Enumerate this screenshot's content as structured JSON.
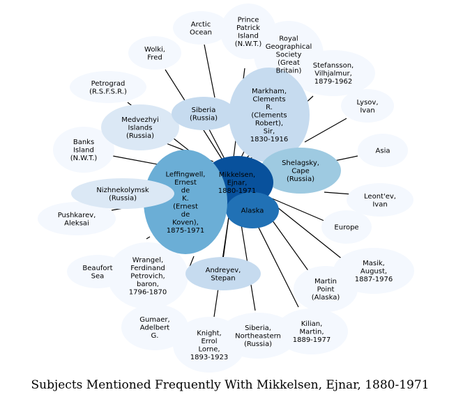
{
  "title": "Subjects Mentioned Frequently With Mikkelsen, Ejnar, 1880-1971",
  "colors": {
    "outer": "#f4f8fe",
    "light": "#dbe8f5",
    "mid": "#c6dbef",
    "medium": "#9ecae1",
    "strong": "#6baed6",
    "dark": "#2171b5",
    "center": "#08519c"
  },
  "center": {
    "id": "mikkelsen",
    "lines": [
      "Mikkelsen,",
      "Ejnar,",
      "1880-1971"
    ]
  },
  "nodes": [
    {
      "id": "arctic-ocean",
      "lines": [
        "Arctic",
        "Ocean"
      ]
    },
    {
      "id": "prince-patrick",
      "lines": [
        "Prince",
        "Patrick",
        "Island",
        "(N.W.T.)"
      ]
    },
    {
      "id": "royal-geographical",
      "lines": [
        "Royal",
        "Geographical",
        "Society",
        "(Great",
        "Britain)"
      ]
    },
    {
      "id": "stefansson",
      "lines": [
        "Stefansson,",
        "Vilhjalmur,",
        "1879-1962"
      ]
    },
    {
      "id": "wolki",
      "lines": [
        "Wolki,",
        "Fred"
      ]
    },
    {
      "id": "petrograd",
      "lines": [
        "Petrograd",
        "(R.S.F.S.R.)"
      ]
    },
    {
      "id": "markham",
      "lines": [
        "Markham,",
        "Clements",
        "R.",
        "(Clements",
        "Robert),",
        "Sir,",
        "1830-1916"
      ]
    },
    {
      "id": "lysov",
      "lines": [
        "Lysov,",
        "Ivan"
      ]
    },
    {
      "id": "medvezhyi",
      "lines": [
        "Medvezhyi",
        "Islands",
        "(Russia)"
      ]
    },
    {
      "id": "siberia",
      "lines": [
        "Siberia",
        "(Russia)"
      ]
    },
    {
      "id": "banks-island",
      "lines": [
        "Banks",
        "Island",
        "(N.W.T.)"
      ]
    },
    {
      "id": "asia",
      "lines": [
        "Asia"
      ]
    },
    {
      "id": "shelagsky",
      "lines": [
        "Shelagsky,",
        "Cape",
        "(Russia)"
      ]
    },
    {
      "id": "leffingwell",
      "lines": [
        "Leffingwell,",
        "Ernest",
        "de",
        "K.",
        "(Ernest",
        "de",
        "Koven),",
        "1875-1971"
      ]
    },
    {
      "id": "nizhnekolymsk",
      "lines": [
        "Nizhnekolymsk",
        "(Russia)"
      ]
    },
    {
      "id": "leontev",
      "lines": [
        "Leont'ev,",
        "Ivan"
      ]
    },
    {
      "id": "pushkarev",
      "lines": [
        "Pushkarev,",
        "Aleksai"
      ]
    },
    {
      "id": "alaska",
      "lines": [
        "Alaska"
      ]
    },
    {
      "id": "europe",
      "lines": [
        "Europe"
      ]
    },
    {
      "id": "masik",
      "lines": [
        "Masik,",
        "August,",
        "1887-1976"
      ]
    },
    {
      "id": "beaufort",
      "lines": [
        "Beaufort",
        "Sea"
      ]
    },
    {
      "id": "wrangel",
      "lines": [
        "Wrangel,",
        "Ferdinand",
        "Petrovich,",
        "baron,",
        "1796-1870"
      ]
    },
    {
      "id": "andreyev",
      "lines": [
        "Andreyev,",
        "Stepan"
      ]
    },
    {
      "id": "martin-point",
      "lines": [
        "Martin",
        "Point",
        "(Alaska)"
      ]
    },
    {
      "id": "gumaer",
      "lines": [
        "Gumaer,",
        "Adelbert",
        "G."
      ]
    },
    {
      "id": "knight",
      "lines": [
        "Knight,",
        "Errol",
        "Lorne,",
        "1893-1923"
      ]
    },
    {
      "id": "siberia-ne",
      "lines": [
        "Siberia,",
        "Northeastern",
        "(Russia)"
      ]
    },
    {
      "id": "kilian",
      "lines": [
        "Kilian,",
        "Martin,",
        "1889-1977"
      ]
    }
  ]
}
